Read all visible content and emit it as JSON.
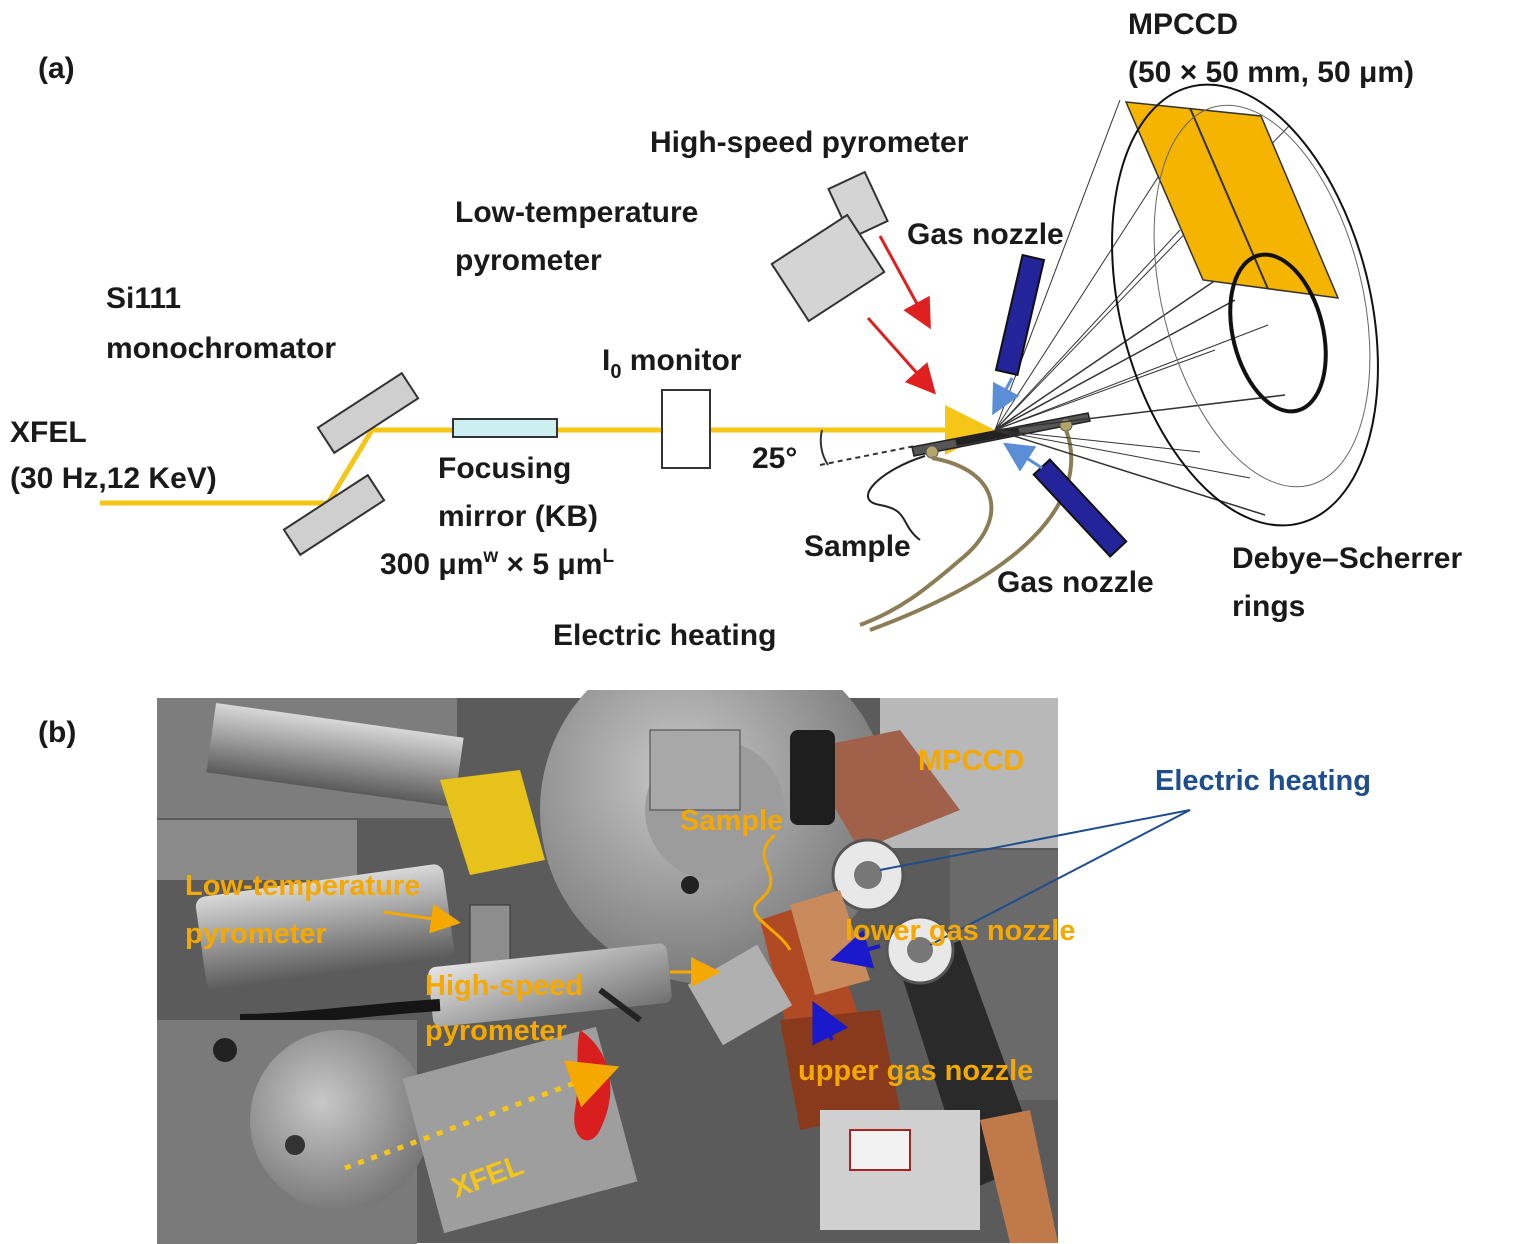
{
  "panel_a": {
    "panel_label": "(a)",
    "detector": {
      "name": "MPCCD",
      "spec": "(50 × 50 mm, 50 μm)"
    },
    "high_speed_pyrometer": "High-speed pyrometer",
    "low_temp_pyrometer": [
      "Low-temperature",
      "pyrometer"
    ],
    "gas_nozzle_top": "Gas nozzle",
    "gas_nozzle_bottom": "Gas nozzle",
    "monochromator": [
      "Si111",
      "monochromator"
    ],
    "i0_monitor": {
      "prefix": "I",
      "sub": "0",
      "suffix": " monitor"
    },
    "xfel": [
      "XFEL",
      "(30 Hz,12 KeV)"
    ],
    "focusing_mirror": [
      "Focusing",
      "mirror (KB)"
    ],
    "beam_size": {
      "part1": "300 μm",
      "sup1": "w",
      "part2": " × 5 μm",
      "sup2": "L"
    },
    "angle": "25°",
    "sample": "Sample",
    "electric_heating": "Electric heating",
    "debye_scherrer": [
      "Debye–Scherrer",
      "rings"
    ],
    "colors": {
      "beam": "#f5c518",
      "detector_fill": "#f4b400",
      "nozzle_fill": "#23239a",
      "red_arrow": "#e02020",
      "blue_arrow": "#5a8fd8",
      "heating_wire": "#8b7d55"
    }
  },
  "panel_b": {
    "panel_label": "(b)",
    "labels": {
      "mpccd": "MPCCD",
      "electric_heating": "Electric heating",
      "sample": "Sample",
      "low_temp": [
        "Low-temperature",
        "pyrometer"
      ],
      "high_speed": [
        "High-speed",
        "pyrometer"
      ],
      "lower_nozzle": "lower gas nozzle",
      "upper_nozzle": "upper gas nozzle",
      "xfel": "XFEL"
    },
    "colors": {
      "label_orange": "#f5a800",
      "label_blue": "#1f4e8c",
      "arrow_blue": "#1a1acc"
    }
  }
}
